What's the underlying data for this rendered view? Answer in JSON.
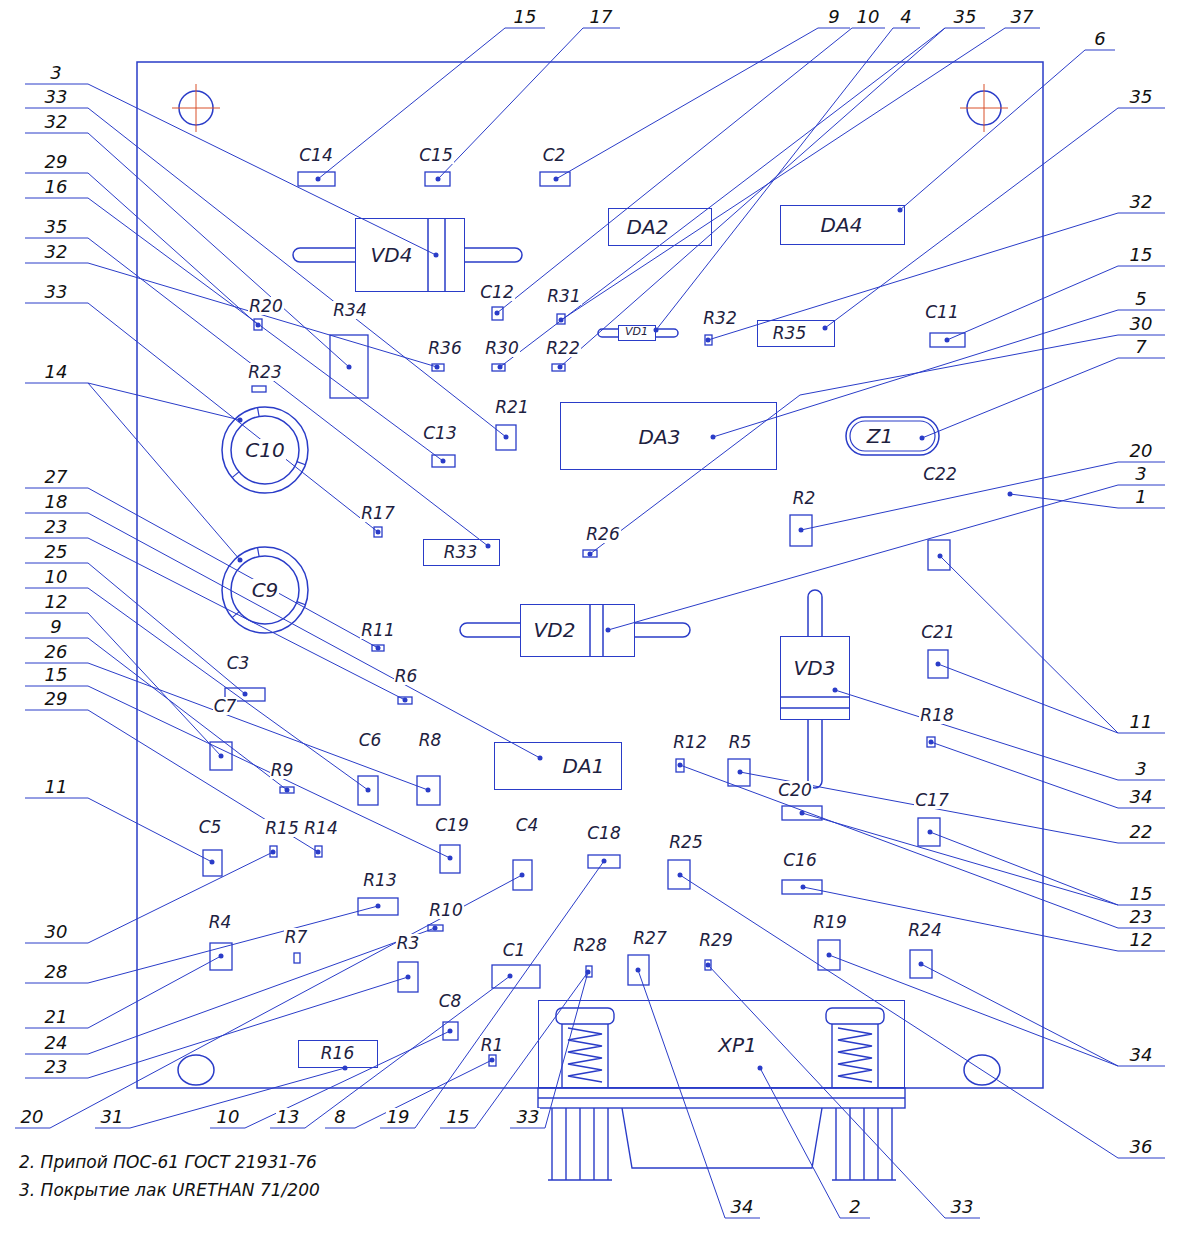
{
  "diagram": {
    "nodes": [
      {
        "text": [
          "DA2"
        ]
      },
      {
        "text": [
          "DA4"
        ]
      },
      {
        "text": [
          "VD4"
        ]
      },
      {
        "text": [
          "VD1"
        ]
      },
      {
        "text": [
          "R35"
        ]
      },
      {
        "text": [
          "DA3"
        ]
      },
      {
        "text": [
          "Z1"
        ]
      },
      {
        "text": [
          "C10"
        ]
      },
      {
        "text": [
          "R33"
        ]
      },
      {
        "text": [
          "C9"
        ]
      },
      {
        "text": [
          "VD2"
        ]
      },
      {
        "text": [
          "VD3"
        ]
      },
      {
        "text": [
          "DA1"
        ]
      },
      {
        "text": [
          "R16"
        ]
      },
      {
        "text": [
          "XP1"
        ]
      }
    ],
    "labels": [
      "15",
      "17",
      "9",
      "10",
      "4",
      "35",
      "37",
      "6",
      "35",
      "32",
      "15",
      "5",
      "30",
      "7",
      "20",
      "3",
      "1",
      "11",
      "3",
      "34",
      "22",
      "15",
      "23",
      "12",
      "34",
      "36",
      "3",
      "33",
      "32",
      "29",
      "16",
      "35",
      "32",
      "33",
      "14",
      "27",
      "18",
      "23",
      "25",
      "10",
      "12",
      "9",
      "26",
      "15",
      "29",
      "11",
      "30",
      "28",
      "21",
      "24",
      "23",
      "C14",
      "C15",
      "C2",
      "R20",
      "R34",
      "C12",
      "R31",
      "R32",
      "C11",
      "R36",
      "R30",
      "R22",
      "R23",
      "R21",
      "C13",
      "R17",
      "R26",
      "R2",
      "C22",
      "R11",
      "C21",
      "C3",
      "R6",
      "C7",
      "C6",
      "R8",
      "R12",
      "R5",
      "R18",
      "R9",
      "C20",
      "C17",
      "C5",
      "R15",
      "R14",
      "C19",
      "C4",
      "C18",
      "R25",
      "C16",
      "R13",
      "R10",
      "R4",
      "R19",
      "R24",
      "R7",
      "R3",
      "R28",
      "R27",
      "R29",
      "C1",
      "C8",
      "R1",
      "20",
      "31",
      "10",
      "13",
      "8",
      "19",
      "15",
      "33",
      "34",
      "2",
      "33",
      "2. Припой ПОС-61 ГОСТ 21931-76",
      "3. Покрытие лак URETHAN 71/200"
    ]
  }
}
